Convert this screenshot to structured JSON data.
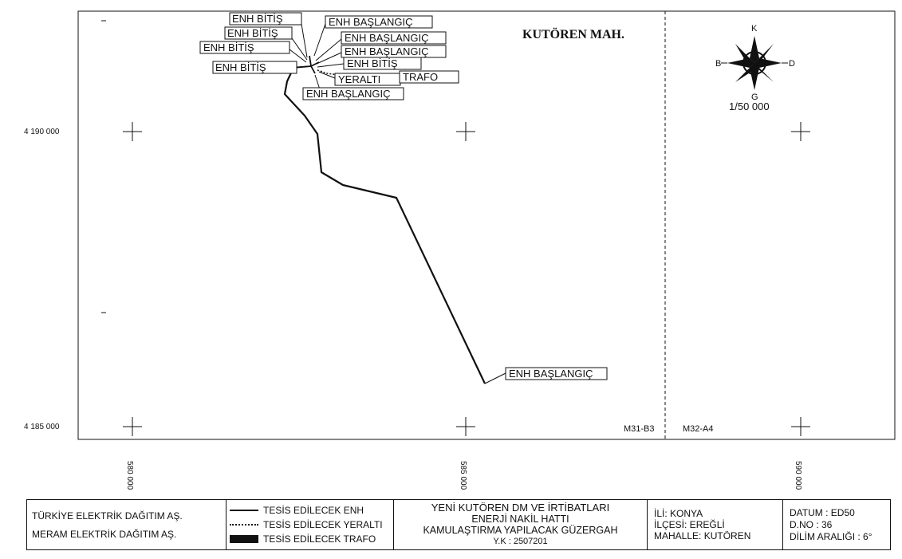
{
  "map": {
    "title": "KUTÖREN MAH.",
    "scale": "1/50 000",
    "compass": {
      "north": "K",
      "south": "G",
      "west": "B",
      "east": "D"
    },
    "y_labels": [
      "4 190 000",
      "4 185 000"
    ],
    "x_labels": [
      "580 000",
      "585 000",
      "590 000"
    ],
    "sheets": [
      "M31-B3",
      "M32-A4"
    ],
    "point_labels": [
      "ENH BİTİŞ",
      "ENH BİTİŞ",
      "ENH BİTİŞ",
      "ENH BİTİŞ",
      "ENH BAŞLANGIÇ",
      "ENH BAŞLANGIÇ",
      "ENH BAŞLANGIÇ",
      "ENH BİTİŞ",
      "YERALTI",
      "TRAFO",
      "ENH BAŞLANGIÇ",
      "ENH BAŞLANGIÇ"
    ]
  },
  "legend": {
    "company_1": "TÜRKİYE ELEKTRİK DAĞITIM AŞ.",
    "company_2": "MERAM ELEKTRİK DAĞITIM AŞ.",
    "line_enh": "TESİS EDİLECEK ENH",
    "line_yeralti": "TESİS EDİLECEK YERALTI",
    "trafo": "TESİS EDİLECEK TRAFO",
    "project_1": "YENİ KUTÖREN DM VE İRTİBATLARI",
    "project_2": "ENERJİ NAKİL HATTI",
    "project_3": "KAMULAŞTIRMA YAPILACAK GÜZERGAH",
    "project_4": "Y.K : 2507201",
    "il": "İLİ: KONYA",
    "ilce": "İLÇESİ: EREĞLİ",
    "mahalle": "MAHALLE: KUTÖREN",
    "datum": "DATUM : ED50",
    "dno": "D.NO : 36",
    "dilim": "DİLİM ARALIĞI : 6°"
  }
}
